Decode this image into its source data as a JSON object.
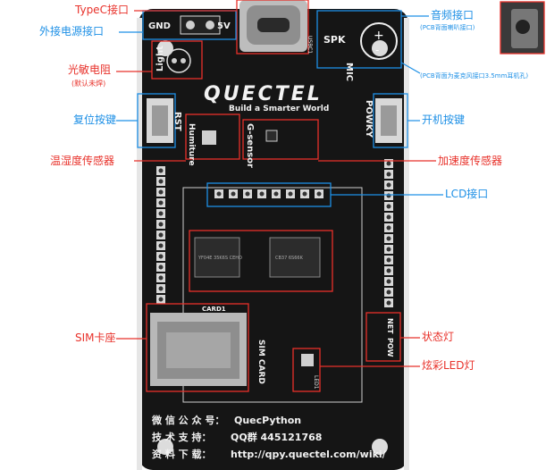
{
  "board": {
    "brand": "QUECTEL",
    "slogan": "Build a Smarter World",
    "silk": {
      "gnd": "GND",
      "v5": "5V",
      "spk": "SPK",
      "mic": "MIC",
      "light": "Light",
      "rst": "RST",
      "powky": "POWKY",
      "humiture": "Humiture",
      "gsensor": "G-sensor",
      "card1": "CARD1",
      "sim_card": "SIM CARD",
      "net": "NET",
      "pow": "POW",
      "led1": "LED1",
      "usbc1": "USBC1",
      "chip1": "YF04E 35K6S CEHO",
      "chip2": "CB37 6S66K"
    },
    "footer": [
      {
        "label": "微 信 公 众 号：",
        "value": "QuecPython"
      },
      {
        "label": "技 术 支 持：",
        "value": "QQ群 445121768"
      },
      {
        "label": "资 料 下 载：",
        "value": "http://qpy.quectel.com/wiki/"
      }
    ]
  },
  "callouts": {
    "typec": "TypeC接口",
    "ext_power": "外接电源接口",
    "photoresistor": "光敏电阻",
    "photoresistor_note": "(默认未焊)",
    "reset_btn": "复位按键",
    "temp_humid": "温湿度传感器",
    "sim_slot": "SIM卡座",
    "audio_port": "音频接口",
    "audio_note": "(PCB背面喇叭接口)",
    "audio_note2": "(PCB背面为麦克风接口3.5mm耳机孔)",
    "power_btn": "开机按键",
    "accel": "加速度传感器",
    "lcd_port": "LCD接口",
    "status_led": "状态灯",
    "rgb_led": "炫彩LED灯"
  },
  "colors": {
    "pcb": "#141414",
    "red_annot": "#e8312a",
    "blue_annot": "#1e90e6",
    "silk": "#f2f2f2"
  }
}
